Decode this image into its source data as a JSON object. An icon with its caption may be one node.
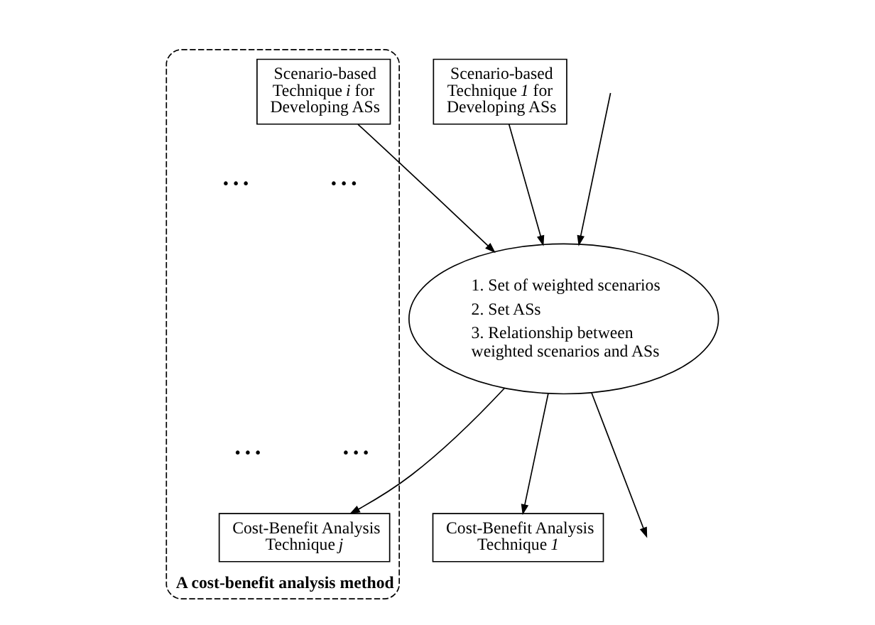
{
  "diagram": {
    "nodes": [
      {
        "text": [
          "A cost-benefit analysis method"
        ]
      },
      {
        "text": [
          "Scenario-based Technique *1* for Developing ASs"
        ]
      },
      {
        "text": [
          "Scenario-based Technique *i* for Developing ASs"
        ],
        "in": 0
      },
      {
        "text": [
          "1. Set of weighted scenarios",
          "2. Set ASs",
          "3. Relationship between weighted scenarios and ASs"
        ]
      },
      {
        "text": [
          "Cost-Benefit Analysis Technique *1*"
        ]
      },
      {
        "text": [
          "Cost-Benefit Analysis Technique *j*"
        ],
        "in": 0
      }
    ],
    "edges": [
      {
        "from": 1,
        "to": 3,
        "arrow": "to"
      },
      {
        "from": 2,
        "to": 3,
        "arrow": "to"
      },
      {
        "from": null,
        "to": 3,
        "arrow": "to"
      },
      {
        "from": 3,
        "to": 4,
        "arrow": "to"
      },
      {
        "from": 3,
        "to": 5,
        "arrow": "to"
      },
      {
        "from": 3,
        "to": null,
        "arrow": "to"
      }
    ],
    "labels": [
      "• • •",
      "• • •",
      "• • •",
      "• • •"
    ]
  }
}
